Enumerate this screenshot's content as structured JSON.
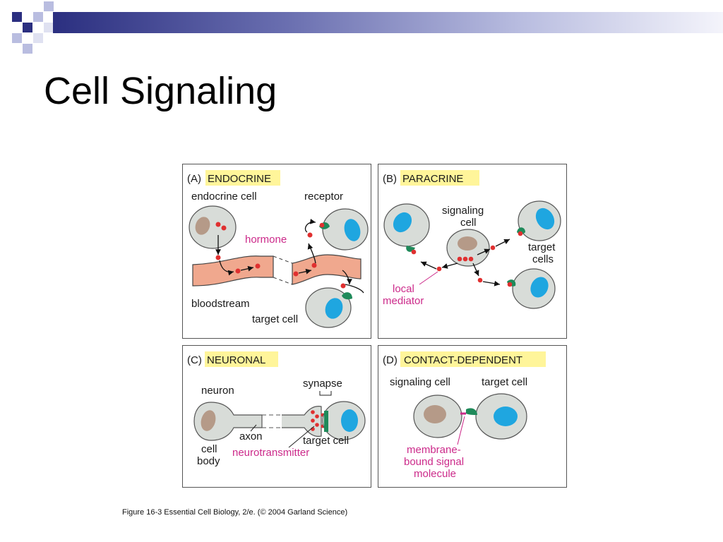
{
  "slide": {
    "title": "Cell Signaling"
  },
  "colors": {
    "bar_dark": "#2b2f80",
    "bar_light": "#b9bde0",
    "highlight": "#fff59a",
    "cell_fill": "#d8dcd8",
    "nucleus_blue": "#1fa6e0",
    "nucleus_brown": "#b59a88",
    "signal_red": "#e03030",
    "receptor_green": "#1f8a5a",
    "blood": "#f0a88e",
    "pink_text": "#cc2a8a"
  },
  "panels": {
    "a": {
      "letter": "(A)",
      "title": "ENDOCRINE",
      "labels": {
        "endocrine_cell": "endocrine cell",
        "receptor": "receptor",
        "hormone": "hormone",
        "bloodstream": "bloodstream",
        "target_cell": "target cell"
      }
    },
    "b": {
      "letter": "(B)",
      "title": "PARACRINE",
      "labels": {
        "signaling_1": "signaling",
        "signaling_2": "cell",
        "target_1": "target",
        "target_2": "cells",
        "local_1": "local",
        "local_2": "mediator"
      }
    },
    "c": {
      "letter": "(C)",
      "title": "NEURONAL",
      "labels": {
        "neuron": "neuron",
        "synapse": "synapse",
        "axon": "axon",
        "target_cell": "target cell",
        "cell_1": "cell",
        "cell_2": "body",
        "neurotransmitter": "neurotransmitter"
      }
    },
    "d": {
      "letter": "(D)",
      "title": "CONTACT-DEPENDENT",
      "labels": {
        "signaling_cell": "signaling cell",
        "target_cell": "target cell",
        "mb_1": "membrane-",
        "mb_2": "bound signal",
        "mb_3": "molecule"
      }
    }
  },
  "caption": "Figure 16-3  Essential Cell Biology, 2/e. (© 2004 Garland Science)"
}
